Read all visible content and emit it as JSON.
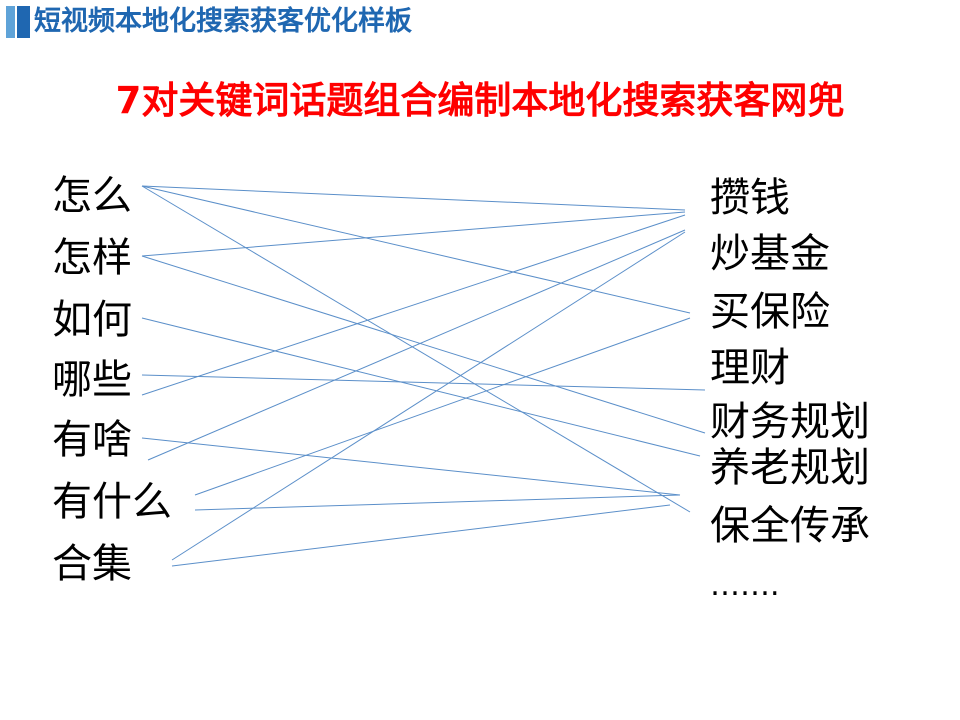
{
  "header": {
    "title": "短视频本地化搜索获客优化样板"
  },
  "main_title": "7对关键词话题组合编制本地化搜索获客网兜",
  "left_words": [
    "怎么",
    "怎样",
    "如何",
    "哪些",
    "有啥",
    "有什么",
    "合集"
  ],
  "right_words": [
    "攒钱",
    "炒基金",
    "买保险",
    "理财",
    "财务规划",
    "养老规划",
    "保全传承",
    "……."
  ],
  "colors": {
    "header_blue": "#1f67b1",
    "accent_light_blue": "#5fa3d8",
    "title_red": "#ff0000",
    "line_blue": "#5b8fc9"
  }
}
